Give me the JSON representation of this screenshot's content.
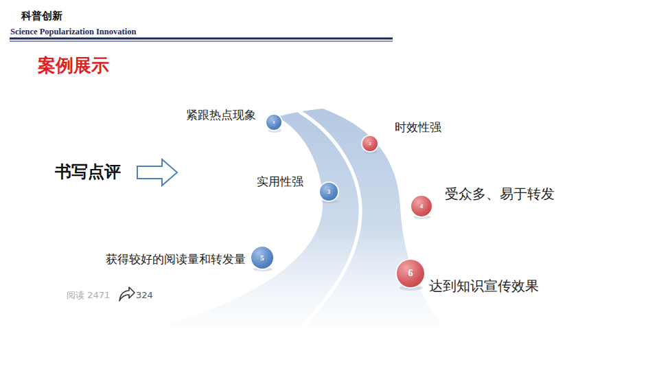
{
  "diagram": {
    "title": "案例展示",
    "nodes": [
      {
        "text": [
          "1",
          "紧跟热点现象"
        ]
      },
      {
        "text": [
          "2",
          "时效性强"
        ]
      },
      {
        "text": [
          "3",
          "实用性强"
        ]
      },
      {
        "text": [
          "4",
          "受众多、易于转发"
        ]
      },
      {
        "text": [
          "5",
          "获得较好的阅读量和转发量"
        ]
      },
      {
        "text": [
          "6",
          "达到知识宣传效果"
        ]
      }
    ],
    "labels": [
      "科普创新",
      "Science Popularization Innovation",
      "书写点评",
      "阅读 2471",
      "324"
    ]
  }
}
